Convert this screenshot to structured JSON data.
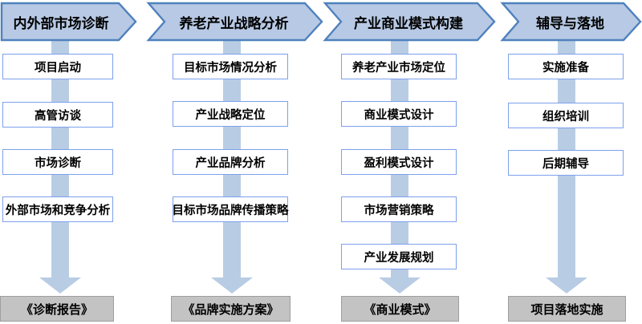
{
  "colors": {
    "phase_fill": "#b7c9e4",
    "phase_border": "#4f81bd",
    "arrow_fill": "#b8cce4",
    "step_border": "#7da0ec",
    "output_fill": "#c3c3c3",
    "output_border": "#9e9e9e",
    "text": "#000000"
  },
  "columns": [
    {
      "header": "内外部市场诊断",
      "steps": [
        "项目启动",
        "高管访谈",
        "市场诊断",
        "外部市场和竞争分析"
      ],
      "output": "《诊断报告》"
    },
    {
      "header": "养老产业战略分析",
      "steps": [
        "目标市场情况分析",
        "产业战略定位",
        "产业品牌分析",
        "目标市场品牌传播策略"
      ],
      "output": "《品牌实施方案》"
    },
    {
      "header": "产业商业模式构建",
      "steps": [
        "养老产业市场定位",
        "商业模式设计",
        "盈利模式设计",
        "市场营销策略",
        "产业发展规划"
      ],
      "output": "《商业模式》"
    },
    {
      "header": "辅导与落地",
      "steps": [
        "实施准备",
        "组织培训",
        "后期辅导"
      ],
      "output": "项目落地实施"
    }
  ]
}
